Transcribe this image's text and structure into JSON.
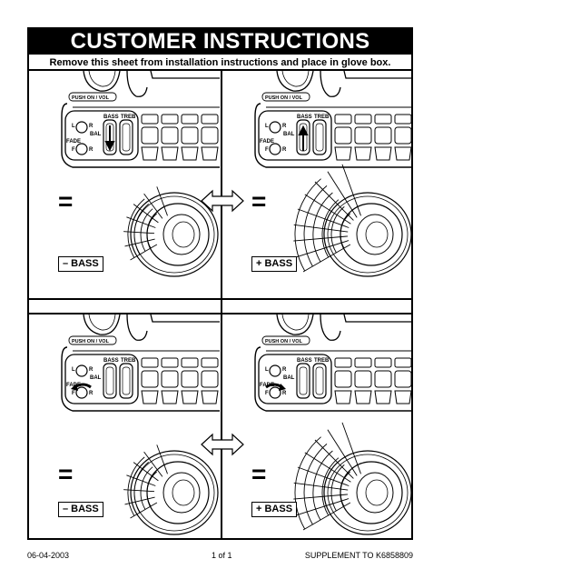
{
  "header": {
    "title": "CUSTOMER INSTRUCTIONS",
    "subtitle": "Remove this sheet from installation instructions and place in glove box."
  },
  "radio_labels": {
    "push_vol": "PUSH ON / VOL",
    "bass": "BASS",
    "treb": "TREB",
    "bal": "BAL",
    "fade": "FADE",
    "l": "L",
    "r": "R",
    "f": "F"
  },
  "panels": [
    {
      "equals": "=",
      "result": "– BASS"
    },
    {
      "equals": "=",
      "result": "+ BASS"
    },
    {
      "equals": "=",
      "result": "– BASS"
    },
    {
      "equals": "=",
      "result": "+ BASS"
    }
  ],
  "footer": {
    "date": "06-04-2003",
    "page": "1 of 1",
    "supplement": "SUPPLEMENT TO K6858809"
  },
  "icons": [
    "double-arrow-icon",
    "speaker-icon",
    "slider-arrow-icon",
    "knob-arrow-icon"
  ]
}
